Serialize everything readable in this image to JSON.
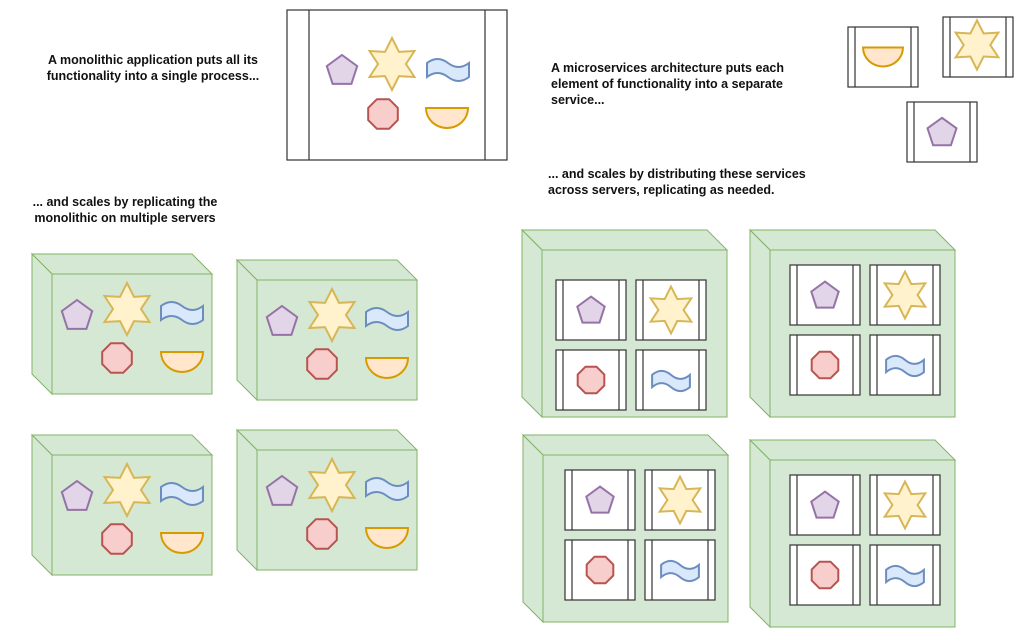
{
  "captions": {
    "monolith_line1": "A monolithic application puts all its",
    "monolith_line2": "functionality into a single process...",
    "monolith_scale_line1": "... and scales by replicating the",
    "monolith_scale_line2": "monolithic on multiple servers",
    "micro_line1": "A microservices architecture puts each",
    "micro_line2": "element of functionality into a separate",
    "micro_line3": "service...",
    "micro_scale_line1": "... and scales by distributing these services",
    "micro_scale_line2": "across servers, replicating as needed."
  },
  "colors": {
    "pentagon": {
      "fill": "#e1d5e7",
      "stroke": "#9673a6"
    },
    "star": {
      "fill": "#fff2cc",
      "stroke": "#d6b656"
    },
    "wave": {
      "fill": "#dae8fc",
      "stroke": "#6c8ebf"
    },
    "octagon": {
      "fill": "#f8cecc",
      "stroke": "#b85450"
    },
    "half": {
      "fill": "#ffe6cc",
      "stroke": "#d79b00"
    },
    "server": {
      "fill": "#d5e8d4",
      "stroke": "#82b366"
    }
  },
  "microservers": [
    [
      "pentagon",
      "star",
      "octagon",
      "wave"
    ],
    [
      "pentagon",
      "star",
      "octagon",
      "wave"
    ],
    [
      "pentagon",
      "star",
      "octagon",
      "wave"
    ],
    [
      "pentagon",
      "star",
      "octagon",
      "wave"
    ]
  ],
  "services": [
    "half",
    "star",
    "pentagon"
  ]
}
